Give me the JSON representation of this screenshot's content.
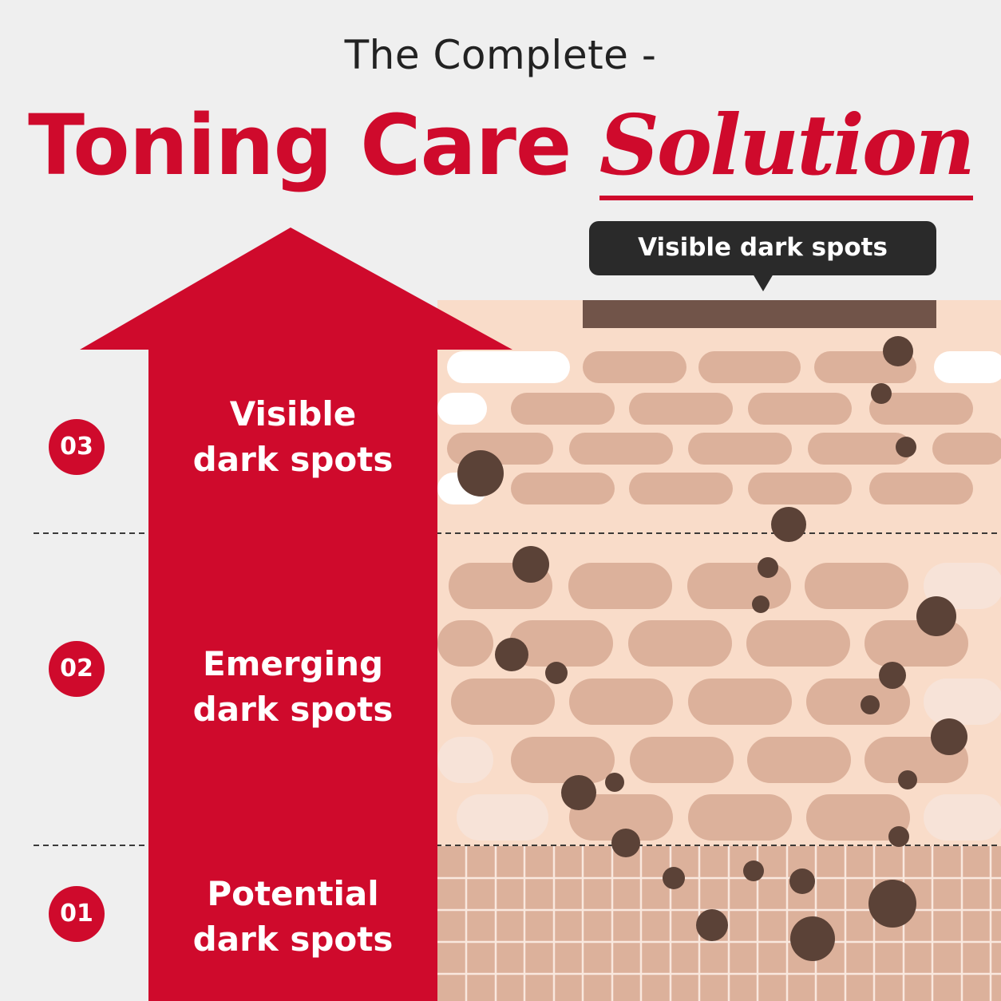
{
  "header": {
    "subtitle": "The Complete -",
    "title_main": "Toning Care",
    "title_accent": "Solution"
  },
  "callout": {
    "label": "Visible dark spots"
  },
  "stages": [
    {
      "badge": "03",
      "line1": "Visible",
      "line2": "dark spots"
    },
    {
      "badge": "02",
      "line1": "Emerging",
      "line2": "dark spots"
    },
    {
      "badge": "01",
      "line1": "Potential",
      "line2": "dark spots"
    }
  ],
  "colors": {
    "brand_red": "#cf0a2c",
    "dark_text": "#222222",
    "skin_light": "#f9dcc9",
    "cell": "#dcb19b",
    "cell_pale": "#f7e3d8",
    "spot": "#5b4237",
    "surface_band": "#715449",
    "callout_bg": "#2a2a2a"
  }
}
